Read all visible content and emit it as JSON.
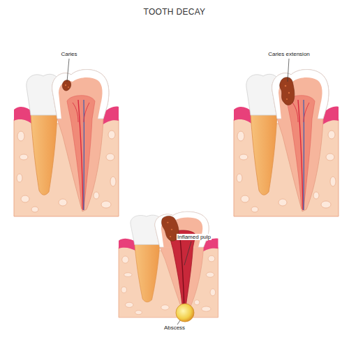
{
  "diagram": {
    "title": "TOOTH DECAY",
    "labels": [
      "Caries",
      "Caries extension",
      "Inflamed pulp",
      "Abscess"
    ]
  }
}
